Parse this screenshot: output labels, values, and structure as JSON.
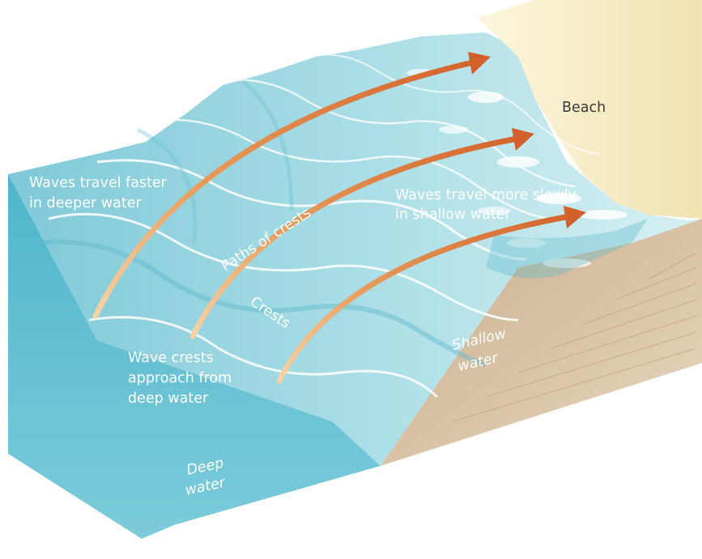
{
  "labels": {
    "beach": "Beach",
    "fast_line1": "Waves travel faster",
    "fast_line2": "in deeper water",
    "slow_line1": "Waves travel more slowly",
    "slow_line2": "in shallow water",
    "paths_of_crests": "Paths of crests",
    "crests": "Crests",
    "approach_line1": "Wave crests",
    "approach_line2": "approach from",
    "approach_line3": "deep water",
    "shallow_line1": "Shallow",
    "shallow_line2": "water",
    "deep_line1": "Deep",
    "deep_line2": "water"
  },
  "colors": {
    "water_light": "#cdebf0",
    "water_mid": "#8fd2df",
    "water_deep": "#4bb3c9",
    "water_side": "#3ea5bd",
    "beach": "#f6edc6",
    "sand_side": "#d8c3a4",
    "arrow": "#d9682e",
    "arrow_tail": "#f3d3a6"
  }
}
